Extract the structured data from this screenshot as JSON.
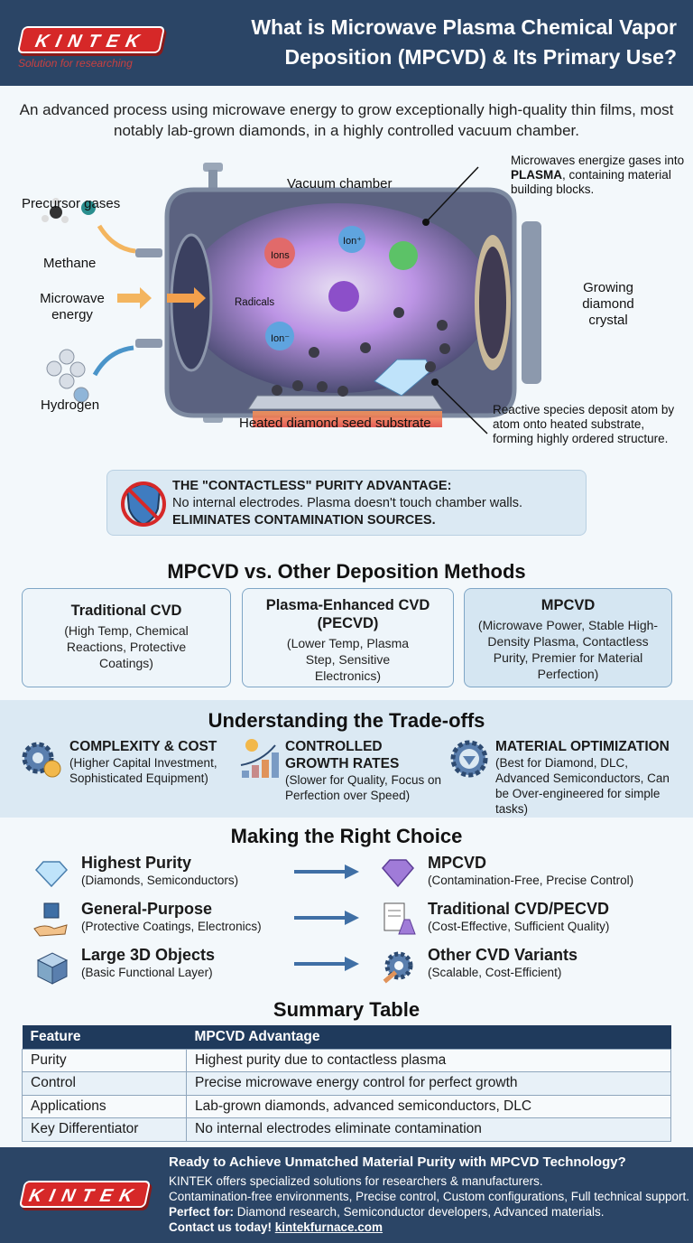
{
  "header": {
    "logo_text": "KINTEK",
    "tagline": "Solution for researching",
    "title": "What is Microwave Plasma Chemical Vapor Deposition (MPCVD) & Its Primary Use?"
  },
  "intro": "An advanced process using microwave energy to grow exceptionally high-quality thin films, most notably lab-grown diamonds, in a highly controlled vacuum chamber.",
  "diagram": {
    "precursor": "Precursor gases",
    "methane": "Methane",
    "microwave": "Microwave energy",
    "hydrogen": "Hydrogen",
    "vacuum": "Vacuum chamber",
    "substrate": "Heated diamond seed substrate",
    "crystal": "Growing diamond crystal",
    "radicals": "Radicals",
    "ions": "Ions",
    "ion_pos": "Ion⁺",
    "ion_neg": "Ion⁻",
    "note_plasma_pre": "Microwaves energize gases into ",
    "note_plasma_bold": "PLASMA",
    "note_plasma_post": ", containing material building blocks.",
    "note_deposit": "Reactive species deposit atom by atom onto heated substrate, forming highly ordered structure."
  },
  "banner": {
    "title": "THE \"CONTACTLESS\" PURITY ADVANTAGE:",
    "line": "No internal electrodes. Plasma doesn't touch chamber walls.",
    "emphasis": "ELIMINATES CONTAMINATION SOURCES."
  },
  "comparison": {
    "title": "MPCVD vs. Other Deposition Methods",
    "cards": [
      {
        "title": "Traditional CVD",
        "desc": "(High Temp, Chemical Reactions, Protective Coatings)"
      },
      {
        "title": "Plasma-Enhanced CVD (PECVD)",
        "desc": "(Lower Temp, Plasma Step, Sensitive Electronics)"
      },
      {
        "title": "MPCVD",
        "desc": "(Microwave Power, Stable High-Density Plasma, Contactless Purity, Premier for Material Perfection)"
      }
    ]
  },
  "tradeoffs": {
    "title": "Understanding the Trade-offs",
    "items": [
      {
        "title": "COMPLEXITY & COST",
        "desc": "(Higher Capital Investment, Sophisticated Equipment)"
      },
      {
        "title": "CONTROLLED GROWTH RATES",
        "desc": "(Slower for Quality, Focus on Perfection over Speed)"
      },
      {
        "title": "MATERIAL OPTIMIZATION",
        "desc": "(Best for Diamond, DLC, Advanced Semiconductors, Can be Over-engineered for simple tasks)"
      }
    ]
  },
  "choice": {
    "title": "Making the Right Choice",
    "rows": [
      {
        "need": "Highest Purity",
        "need_desc": "(Diamonds, Semiconductors)",
        "pick": "MPCVD",
        "pick_desc": "(Contamination-Free, Precise Control)"
      },
      {
        "need": "General-Purpose",
        "need_desc": "(Protective Coatings, Electronics)",
        "pick": "Traditional CVD/PECVD",
        "pick_desc": "(Cost-Effective, Sufficient Quality)"
      },
      {
        "need": "Large 3D Objects",
        "need_desc": "(Basic Functional Layer)",
        "pick": "Other CVD Variants",
        "pick_desc": "(Scalable, Cost-Efficient)"
      }
    ]
  },
  "summary": {
    "title": "Summary Table",
    "headers": [
      "Feature",
      "MPCVD Advantage"
    ],
    "rows": [
      [
        "Purity",
        "Highest purity due to contactless plasma"
      ],
      [
        "Control",
        "Precise microwave energy control for perfect growth"
      ],
      [
        "Applications",
        "Lab-grown diamonds, advanced semiconductors, DLC"
      ],
      [
        "Key Differentiator",
        "No internal electrodes eliminate contamination"
      ]
    ]
  },
  "footer": {
    "logo_text": "KINTEK",
    "headline": "Ready to Achieve Unmatched Material Purity with MPCVD Technology?",
    "line1": "KINTEK offers specialized solutions for researchers & manufacturers.",
    "line2": "Contamination-free environments, Precise control, Custom configurations, Full technical support.",
    "perfect_label": "Perfect for:",
    "perfect_text": " Diamond research, Semiconductor developers, Advanced materials.",
    "contact_label": "Contact us today! ",
    "contact_link": "kintekfurnace.com"
  },
  "colors": {
    "navy": "#2b4566",
    "brand_red": "#d62828",
    "light_blue": "#dbe9f3",
    "plasma": "#b07be0"
  }
}
